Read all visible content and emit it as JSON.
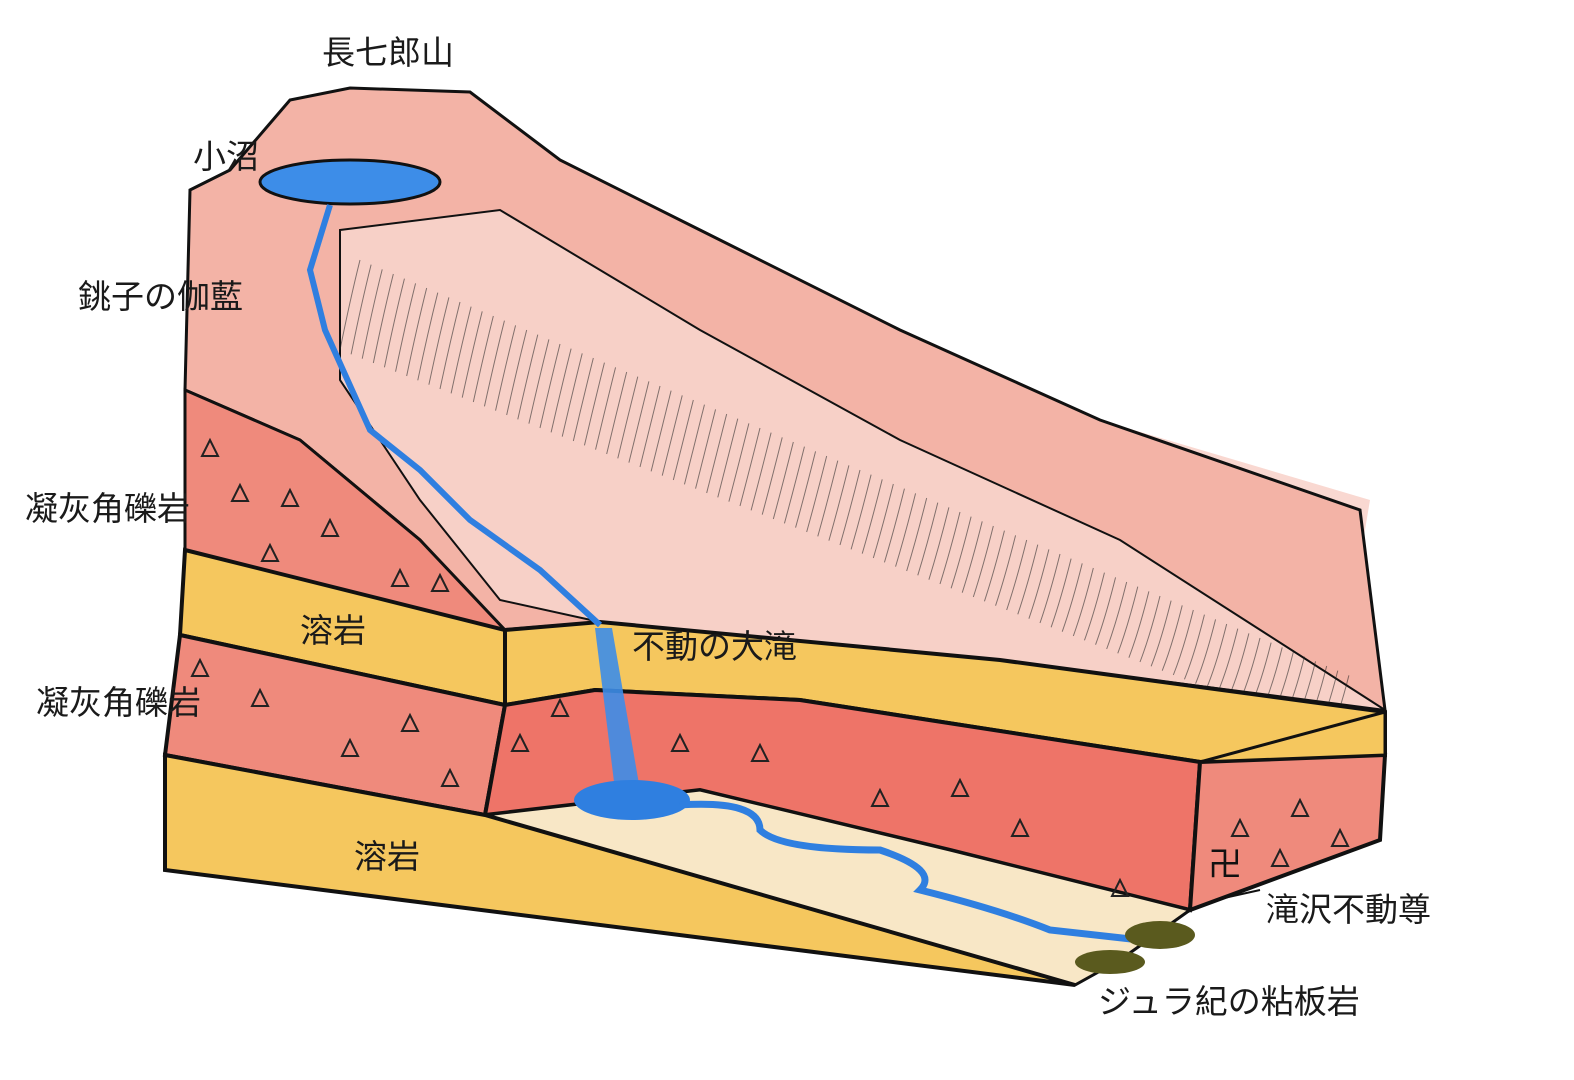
{
  "labels": {
    "peak": "長七郎山",
    "lake": "小沼",
    "cirque": "銚子の伽藍",
    "tuff_breccia_upper": "凝灰角礫岩",
    "lava_upper": "溶岩",
    "tuff_breccia_lower": "凝灰角礫岩",
    "lava_lower": "溶岩",
    "waterfall": "不動の大滝",
    "shrine": "滝沢不動尊",
    "basement": "ジュラ紀の粘板岩"
  },
  "shrine_symbol": "卍",
  "colors": {
    "tuff": "#ef8a7c",
    "lava": "#f5c75e",
    "terrain": "#f3b3a6",
    "water": "#2f7fe0",
    "valley_floor": "#f8e7c6",
    "moss": "#5a5a1e"
  }
}
